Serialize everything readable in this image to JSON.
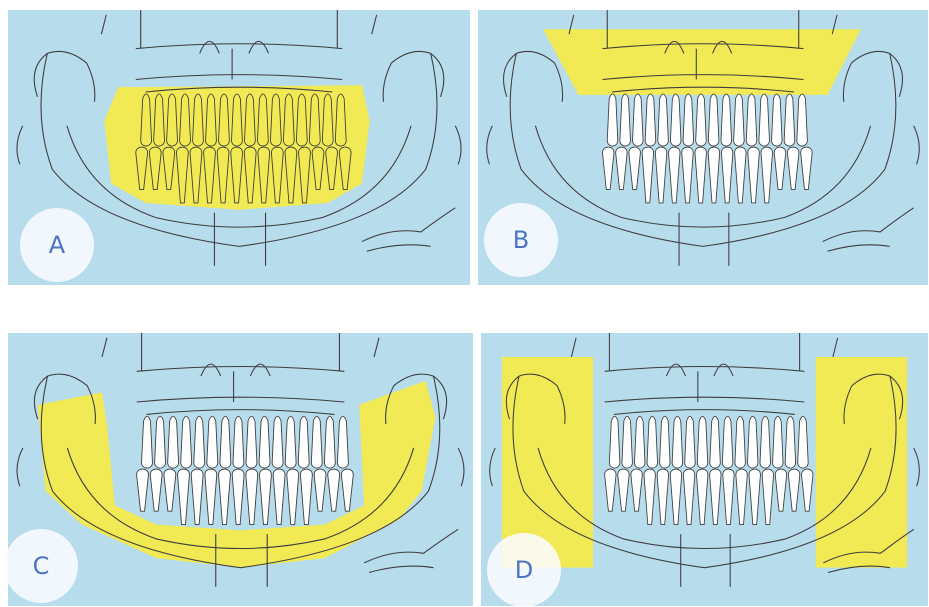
{
  "panels": [
    {
      "id": "a",
      "label": "A",
      "highlight": "teeth"
    },
    {
      "id": "b",
      "label": "B",
      "highlight": "maxilla"
    },
    {
      "id": "c",
      "label": "C",
      "highlight": "mandible"
    },
    {
      "id": "d",
      "label": "D",
      "highlight": "rami"
    }
  ],
  "colors": {
    "background": "#b7dcec",
    "highlight": "#f4ea4c",
    "line": "#3d3d3d",
    "tooth_fill": "#ffffff",
    "badge_text": "#4a74c4"
  }
}
